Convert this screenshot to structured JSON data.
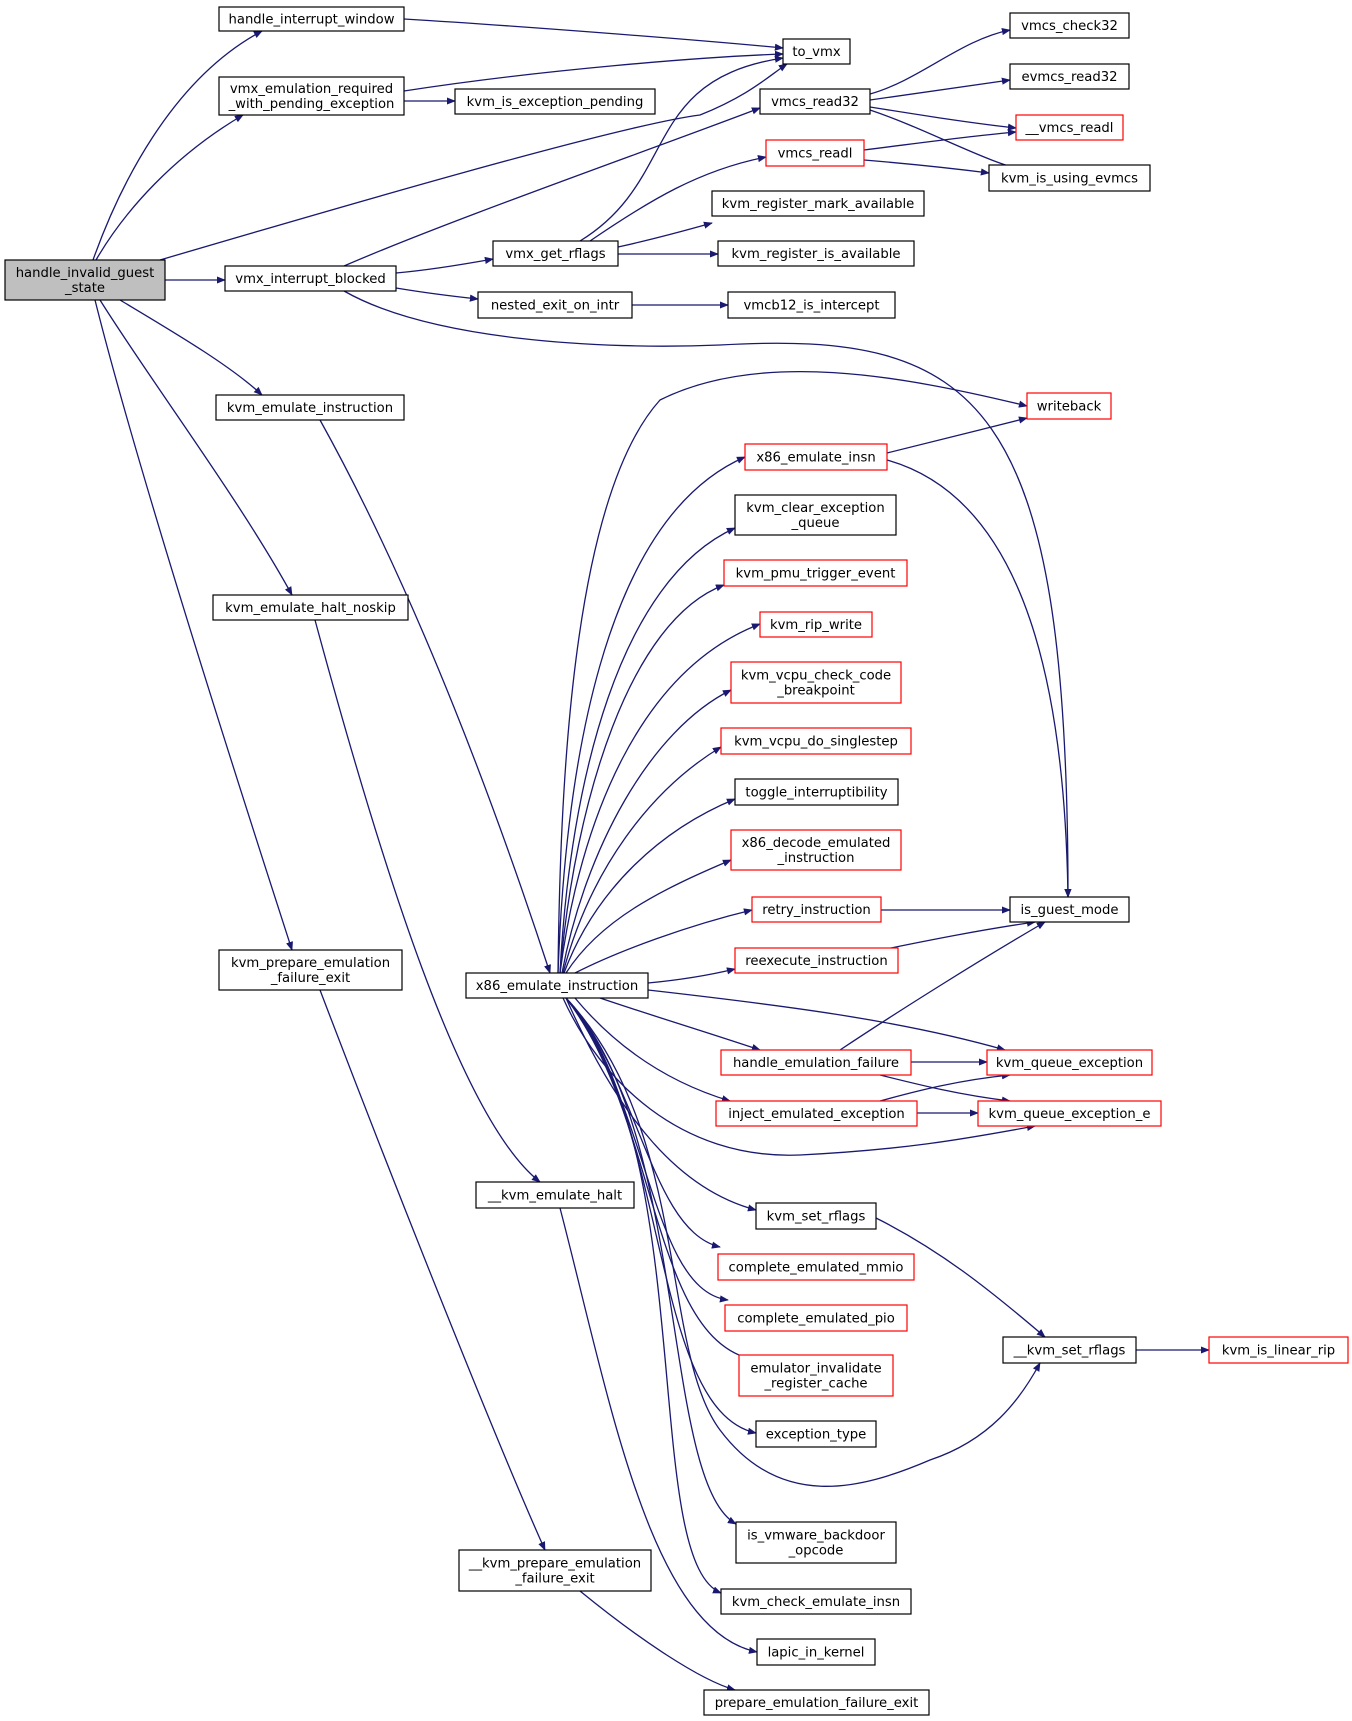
{
  "colors": {
    "edge": "#191970",
    "border_default": "#000000",
    "border_truncated": "#ff0000",
    "root_fill": "#bfbfbf",
    "node_fill": "#ffffff"
  },
  "nodes": [
    {
      "id": "root",
      "lines": [
        "handle_invalid_guest",
        "_state"
      ],
      "style": "root"
    },
    {
      "id": "handle_interrupt_window",
      "lines": [
        "handle_interrupt_window"
      ],
      "style": "normal"
    },
    {
      "id": "vmx_emulation_required",
      "lines": [
        "vmx_emulation_required",
        "_with_pending_exception"
      ],
      "style": "normal"
    },
    {
      "id": "vmx_interrupt_blocked",
      "lines": [
        "vmx_interrupt_blocked"
      ],
      "style": "normal"
    },
    {
      "id": "kvm_emulate_instruction",
      "lines": [
        "kvm_emulate_instruction"
      ],
      "style": "normal"
    },
    {
      "id": "kvm_emulate_halt_noskip",
      "lines": [
        "kvm_emulate_halt_noskip"
      ],
      "style": "normal"
    },
    {
      "id": "kvm_prepare_emulation_failure_exit",
      "lines": [
        "kvm_prepare_emulation",
        "_failure_exit"
      ],
      "style": "normal"
    },
    {
      "id": "to_vmx",
      "lines": [
        "to_vmx"
      ],
      "style": "normal"
    },
    {
      "id": "kvm_is_exception_pending",
      "lines": [
        "kvm_is_exception_pending"
      ],
      "style": "normal"
    },
    {
      "id": "vmx_get_rflags",
      "lines": [
        "vmx_get_rflags"
      ],
      "style": "normal"
    },
    {
      "id": "nested_exit_on_intr",
      "lines": [
        "nested_exit_on_intr"
      ],
      "style": "normal"
    },
    {
      "id": "vmcs_read32",
      "lines": [
        "vmcs_read32"
      ],
      "style": "normal"
    },
    {
      "id": "vmcs_readl",
      "lines": [
        "vmcs_readl"
      ],
      "style": "truncated"
    },
    {
      "id": "kvm_register_mark_available",
      "lines": [
        "kvm_register_mark_available"
      ],
      "style": "normal"
    },
    {
      "id": "kvm_register_is_available",
      "lines": [
        "kvm_register_is_available"
      ],
      "style": "normal"
    },
    {
      "id": "vmcb12_is_intercept",
      "lines": [
        "vmcb12_is_intercept"
      ],
      "style": "normal"
    },
    {
      "id": "vmcs_check32",
      "lines": [
        "vmcs_check32"
      ],
      "style": "normal"
    },
    {
      "id": "evmcs_read32",
      "lines": [
        "evmcs_read32"
      ],
      "style": "normal"
    },
    {
      "id": "__vmcs_readl",
      "lines": [
        "__vmcs_readl"
      ],
      "style": "truncated"
    },
    {
      "id": "kvm_is_using_evmcs",
      "lines": [
        "kvm_is_using_evmcs"
      ],
      "style": "normal"
    },
    {
      "id": "writeback",
      "lines": [
        "writeback"
      ],
      "style": "truncated"
    },
    {
      "id": "x86_emulate_insn",
      "lines": [
        "x86_emulate_insn"
      ],
      "style": "truncated"
    },
    {
      "id": "kvm_clear_exception_queue",
      "lines": [
        "kvm_clear_exception",
        "_queue"
      ],
      "style": "normal"
    },
    {
      "id": "kvm_pmu_trigger_event",
      "lines": [
        "kvm_pmu_trigger_event"
      ],
      "style": "truncated"
    },
    {
      "id": "kvm_rip_write",
      "lines": [
        "kvm_rip_write"
      ],
      "style": "truncated"
    },
    {
      "id": "kvm_vcpu_check_code_breakpoint",
      "lines": [
        "kvm_vcpu_check_code",
        "_breakpoint"
      ],
      "style": "truncated"
    },
    {
      "id": "kvm_vcpu_do_singlestep",
      "lines": [
        "kvm_vcpu_do_singlestep"
      ],
      "style": "truncated"
    },
    {
      "id": "toggle_interruptibility",
      "lines": [
        "toggle_interruptibility"
      ],
      "style": "normal"
    },
    {
      "id": "x86_decode_emulated_instruction",
      "lines": [
        "x86_decode_emulated",
        "_instruction"
      ],
      "style": "truncated"
    },
    {
      "id": "retry_instruction",
      "lines": [
        "retry_instruction"
      ],
      "style": "truncated"
    },
    {
      "id": "reexecute_instruction",
      "lines": [
        "reexecute_instruction"
      ],
      "style": "truncated"
    },
    {
      "id": "x86_emulate_instruction",
      "lines": [
        "x86_emulate_instruction"
      ],
      "style": "normal"
    },
    {
      "id": "is_guest_mode",
      "lines": [
        "is_guest_mode"
      ],
      "style": "normal"
    },
    {
      "id": "handle_emulation_failure",
      "lines": [
        "handle_emulation_failure"
      ],
      "style": "truncated"
    },
    {
      "id": "kvm_queue_exception",
      "lines": [
        "kvm_queue_exception"
      ],
      "style": "truncated"
    },
    {
      "id": "inject_emulated_exception",
      "lines": [
        "inject_emulated_exception"
      ],
      "style": "truncated"
    },
    {
      "id": "kvm_queue_exception_e",
      "lines": [
        "kvm_queue_exception_e"
      ],
      "style": "truncated"
    },
    {
      "id": "__kvm_emulate_halt",
      "lines": [
        "__kvm_emulate_halt"
      ],
      "style": "normal"
    },
    {
      "id": "kvm_set_rflags",
      "lines": [
        "kvm_set_rflags"
      ],
      "style": "normal"
    },
    {
      "id": "complete_emulated_mmio",
      "lines": [
        "complete_emulated_mmio"
      ],
      "style": "truncated"
    },
    {
      "id": "complete_emulated_pio",
      "lines": [
        "complete_emulated_pio"
      ],
      "style": "truncated"
    },
    {
      "id": "emulator_invalidate_register_cache",
      "lines": [
        "emulator_invalidate",
        "_register_cache"
      ],
      "style": "truncated"
    },
    {
      "id": "__kvm_set_rflags",
      "lines": [
        "__kvm_set_rflags"
      ],
      "style": "normal"
    },
    {
      "id": "kvm_is_linear_rip",
      "lines": [
        "kvm_is_linear_rip"
      ],
      "style": "truncated"
    },
    {
      "id": "exception_type",
      "lines": [
        "exception_type"
      ],
      "style": "normal"
    },
    {
      "id": "is_vmware_backdoor_opcode",
      "lines": [
        "is_vmware_backdoor",
        "_opcode"
      ],
      "style": "normal"
    },
    {
      "id": "__kvm_prepare_emulation_failure_exit",
      "lines": [
        "__kvm_prepare_emulation",
        "_failure_exit"
      ],
      "style": "normal"
    },
    {
      "id": "kvm_check_emulate_insn",
      "lines": [
        "kvm_check_emulate_insn"
      ],
      "style": "normal"
    },
    {
      "id": "lapic_in_kernel",
      "lines": [
        "lapic_in_kernel"
      ],
      "style": "normal"
    },
    {
      "id": "prepare_emulation_failure_exit",
      "lines": [
        "prepare_emulation_failure_exit"
      ],
      "style": "normal"
    }
  ],
  "edges": [
    [
      "root",
      "handle_interrupt_window"
    ],
    [
      "root",
      "vmx_emulation_required"
    ],
    [
      "root",
      "to_vmx"
    ],
    [
      "root",
      "vmx_interrupt_blocked"
    ],
    [
      "root",
      "kvm_emulate_instruction"
    ],
    [
      "root",
      "kvm_emulate_halt_noskip"
    ],
    [
      "root",
      "kvm_prepare_emulation_failure_exit"
    ],
    [
      "handle_interrupt_window",
      "to_vmx"
    ],
    [
      "vmx_emulation_required",
      "to_vmx"
    ],
    [
      "vmx_emulation_required",
      "kvm_is_exception_pending"
    ],
    [
      "vmx_interrupt_blocked",
      "vmcs_read32"
    ],
    [
      "vmx_interrupt_blocked",
      "vmx_get_rflags"
    ],
    [
      "vmx_interrupt_blocked",
      "nested_exit_on_intr"
    ],
    [
      "vmx_interrupt_blocked",
      "is_guest_mode"
    ],
    [
      "vmx_get_rflags",
      "to_vmx"
    ],
    [
      "vmx_get_rflags",
      "vmcs_readl"
    ],
    [
      "vmx_get_rflags",
      "kvm_register_mark_available"
    ],
    [
      "vmx_get_rflags",
      "kvm_register_is_available"
    ],
    [
      "nested_exit_on_intr",
      "vmcb12_is_intercept"
    ],
    [
      "vmcs_read32",
      "vmcs_check32"
    ],
    [
      "vmcs_read32",
      "evmcs_read32"
    ],
    [
      "vmcs_read32",
      "__vmcs_readl"
    ],
    [
      "vmcs_read32",
      "kvm_is_using_evmcs"
    ],
    [
      "vmcs_readl",
      "__vmcs_readl"
    ],
    [
      "vmcs_readl",
      "kvm_is_using_evmcs"
    ],
    [
      "kvm_emulate_instruction",
      "x86_emulate_instruction"
    ],
    [
      "kvm_emulate_halt_noskip",
      "__kvm_emulate_halt"
    ],
    [
      "kvm_prepare_emulation_failure_exit",
      "__kvm_prepare_emulation_failure_exit"
    ],
    [
      "__kvm_prepare_emulation_failure_exit",
      "prepare_emulation_failure_exit"
    ],
    [
      "__kvm_emulate_halt",
      "lapic_in_kernel"
    ],
    [
      "x86_emulate_instruction",
      "writeback"
    ],
    [
      "x86_emulate_instruction",
      "x86_emulate_insn"
    ],
    [
      "x86_emulate_instruction",
      "kvm_clear_exception_queue"
    ],
    [
      "x86_emulate_instruction",
      "kvm_pmu_trigger_event"
    ],
    [
      "x86_emulate_instruction",
      "kvm_rip_write"
    ],
    [
      "x86_emulate_instruction",
      "kvm_vcpu_check_code_breakpoint"
    ],
    [
      "x86_emulate_instruction",
      "kvm_vcpu_do_singlestep"
    ],
    [
      "x86_emulate_instruction",
      "toggle_interruptibility"
    ],
    [
      "x86_emulate_instruction",
      "x86_decode_emulated_instruction"
    ],
    [
      "x86_emulate_instruction",
      "retry_instruction"
    ],
    [
      "x86_emulate_instruction",
      "reexecute_instruction"
    ],
    [
      "x86_emulate_instruction",
      "kvm_queue_exception"
    ],
    [
      "x86_emulate_instruction",
      "handle_emulation_failure"
    ],
    [
      "x86_emulate_instruction",
      "inject_emulated_exception"
    ],
    [
      "x86_emulate_instruction",
      "kvm_queue_exception_e"
    ],
    [
      "x86_emulate_instruction",
      "kvm_set_rflags"
    ],
    [
      "x86_emulate_instruction",
      "complete_emulated_mmio"
    ],
    [
      "x86_emulate_instruction",
      "complete_emulated_pio"
    ],
    [
      "x86_emulate_instruction",
      "emulator_invalidate_register_cache"
    ],
    [
      "x86_emulate_instruction",
      "exception_type"
    ],
    [
      "x86_emulate_instruction",
      "__kvm_set_rflags"
    ],
    [
      "x86_emulate_instruction",
      "is_vmware_backdoor_opcode"
    ],
    [
      "x86_emulate_instruction",
      "kvm_check_emulate_insn"
    ],
    [
      "x86_emulate_insn",
      "writeback"
    ],
    [
      "x86_emulate_insn",
      "is_guest_mode"
    ],
    [
      "retry_instruction",
      "is_guest_mode"
    ],
    [
      "reexecute_instruction",
      "is_guest_mode"
    ],
    [
      "handle_emulation_failure",
      "is_guest_mode"
    ],
    [
      "handle_emulation_failure",
      "kvm_queue_exception"
    ],
    [
      "handle_emulation_failure",
      "kvm_queue_exception_e"
    ],
    [
      "inject_emulated_exception",
      "kvm_queue_exception"
    ],
    [
      "inject_emulated_exception",
      "kvm_queue_exception_e"
    ],
    [
      "kvm_set_rflags",
      "__kvm_set_rflags"
    ],
    [
      "__kvm_set_rflags",
      "kvm_is_linear_rip"
    ]
  ]
}
